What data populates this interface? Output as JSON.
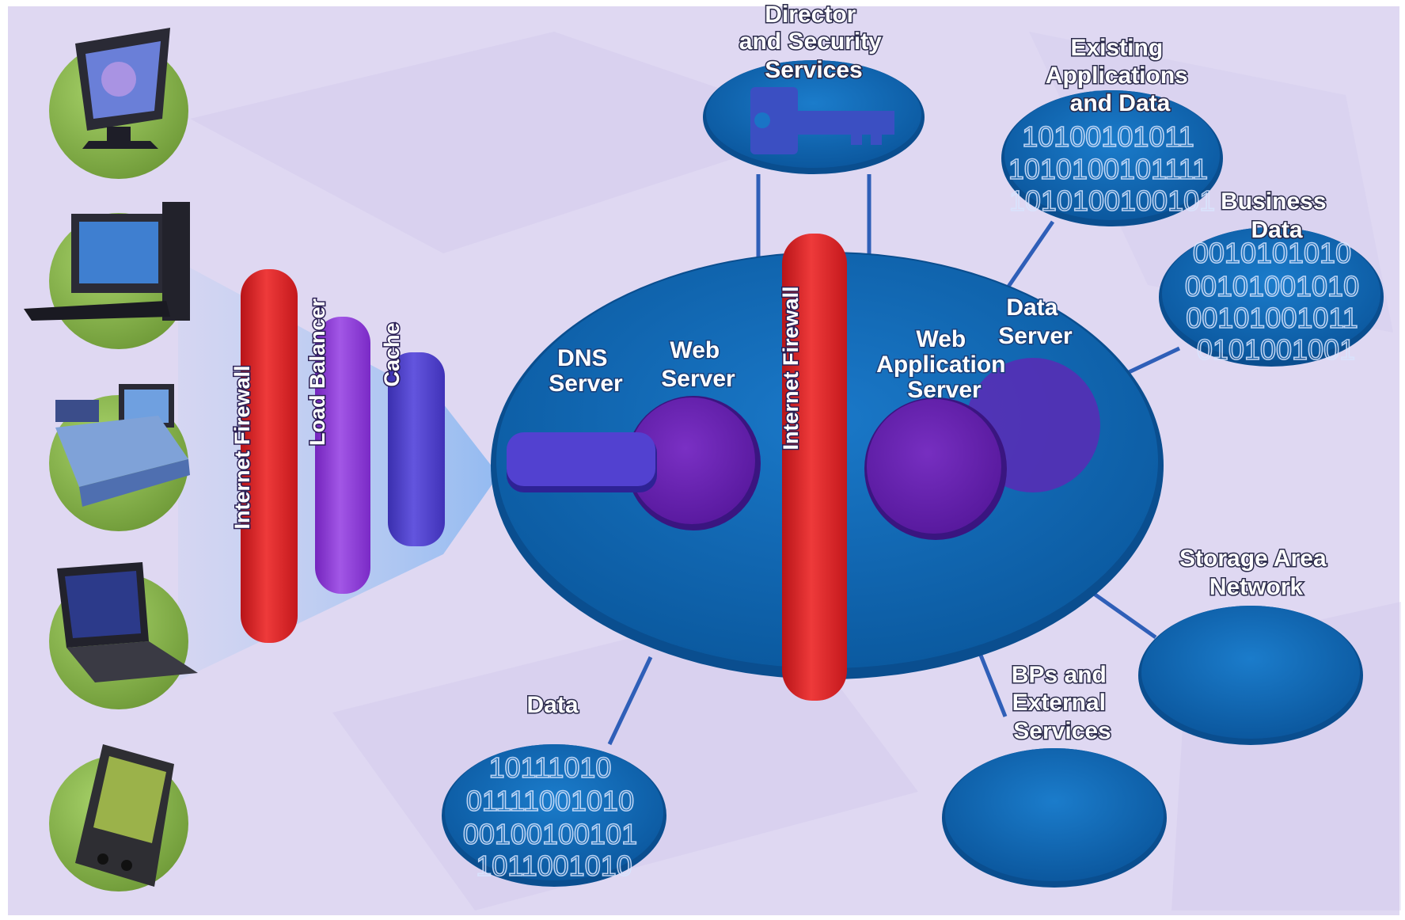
{
  "diagram": {
    "clients": [
      {
        "name": "desktop-monitor"
      },
      {
        "name": "desktop-computer"
      },
      {
        "name": "point-of-sale-terminal"
      },
      {
        "name": "laptop"
      },
      {
        "name": "pda"
      }
    ],
    "edge_bars": {
      "internet_firewall": "Internet Firewall",
      "load_balancer": "Load Balancer",
      "cache": "Cache"
    },
    "hub": {
      "dns_server": [
        "DNS",
        "Server"
      ],
      "web_server": [
        "Web",
        "Server"
      ],
      "internet_firewall": "Internet Firewall",
      "web_application_server": [
        "Web",
        "Application",
        "Server"
      ],
      "data_server": [
        "Data",
        "Server"
      ]
    },
    "satellites": {
      "director": {
        "label": [
          "Director",
          "and Security",
          "Services"
        ]
      },
      "existing_apps": {
        "label": [
          "Existing",
          "Applications",
          "and Data"
        ],
        "bits": [
          "10100101011",
          "1010100101111",
          "1010100100101"
        ]
      },
      "business_data": {
        "label": [
          "Business",
          "Data"
        ],
        "bits": [
          "0010101010",
          "00101001010",
          "00101001011",
          "0101001001"
        ]
      },
      "storage": {
        "label": [
          "Storage Area",
          "Network"
        ]
      },
      "bps": {
        "label": [
          "BPs and",
          "External",
          "Services"
        ]
      },
      "data": {
        "label": [
          "Data"
        ],
        "bits": [
          "10111010",
          "01111001010",
          "00100100101",
          "1011001010"
        ]
      }
    },
    "colors": {
      "background": "#dfd8f2",
      "hub": "#0d63ad",
      "firewall": "#e3262b",
      "load_balancer": "#8e3ad8",
      "cache": "#4e3fc8",
      "server": "#6a22b3",
      "client_disc": "#86b44a"
    }
  }
}
